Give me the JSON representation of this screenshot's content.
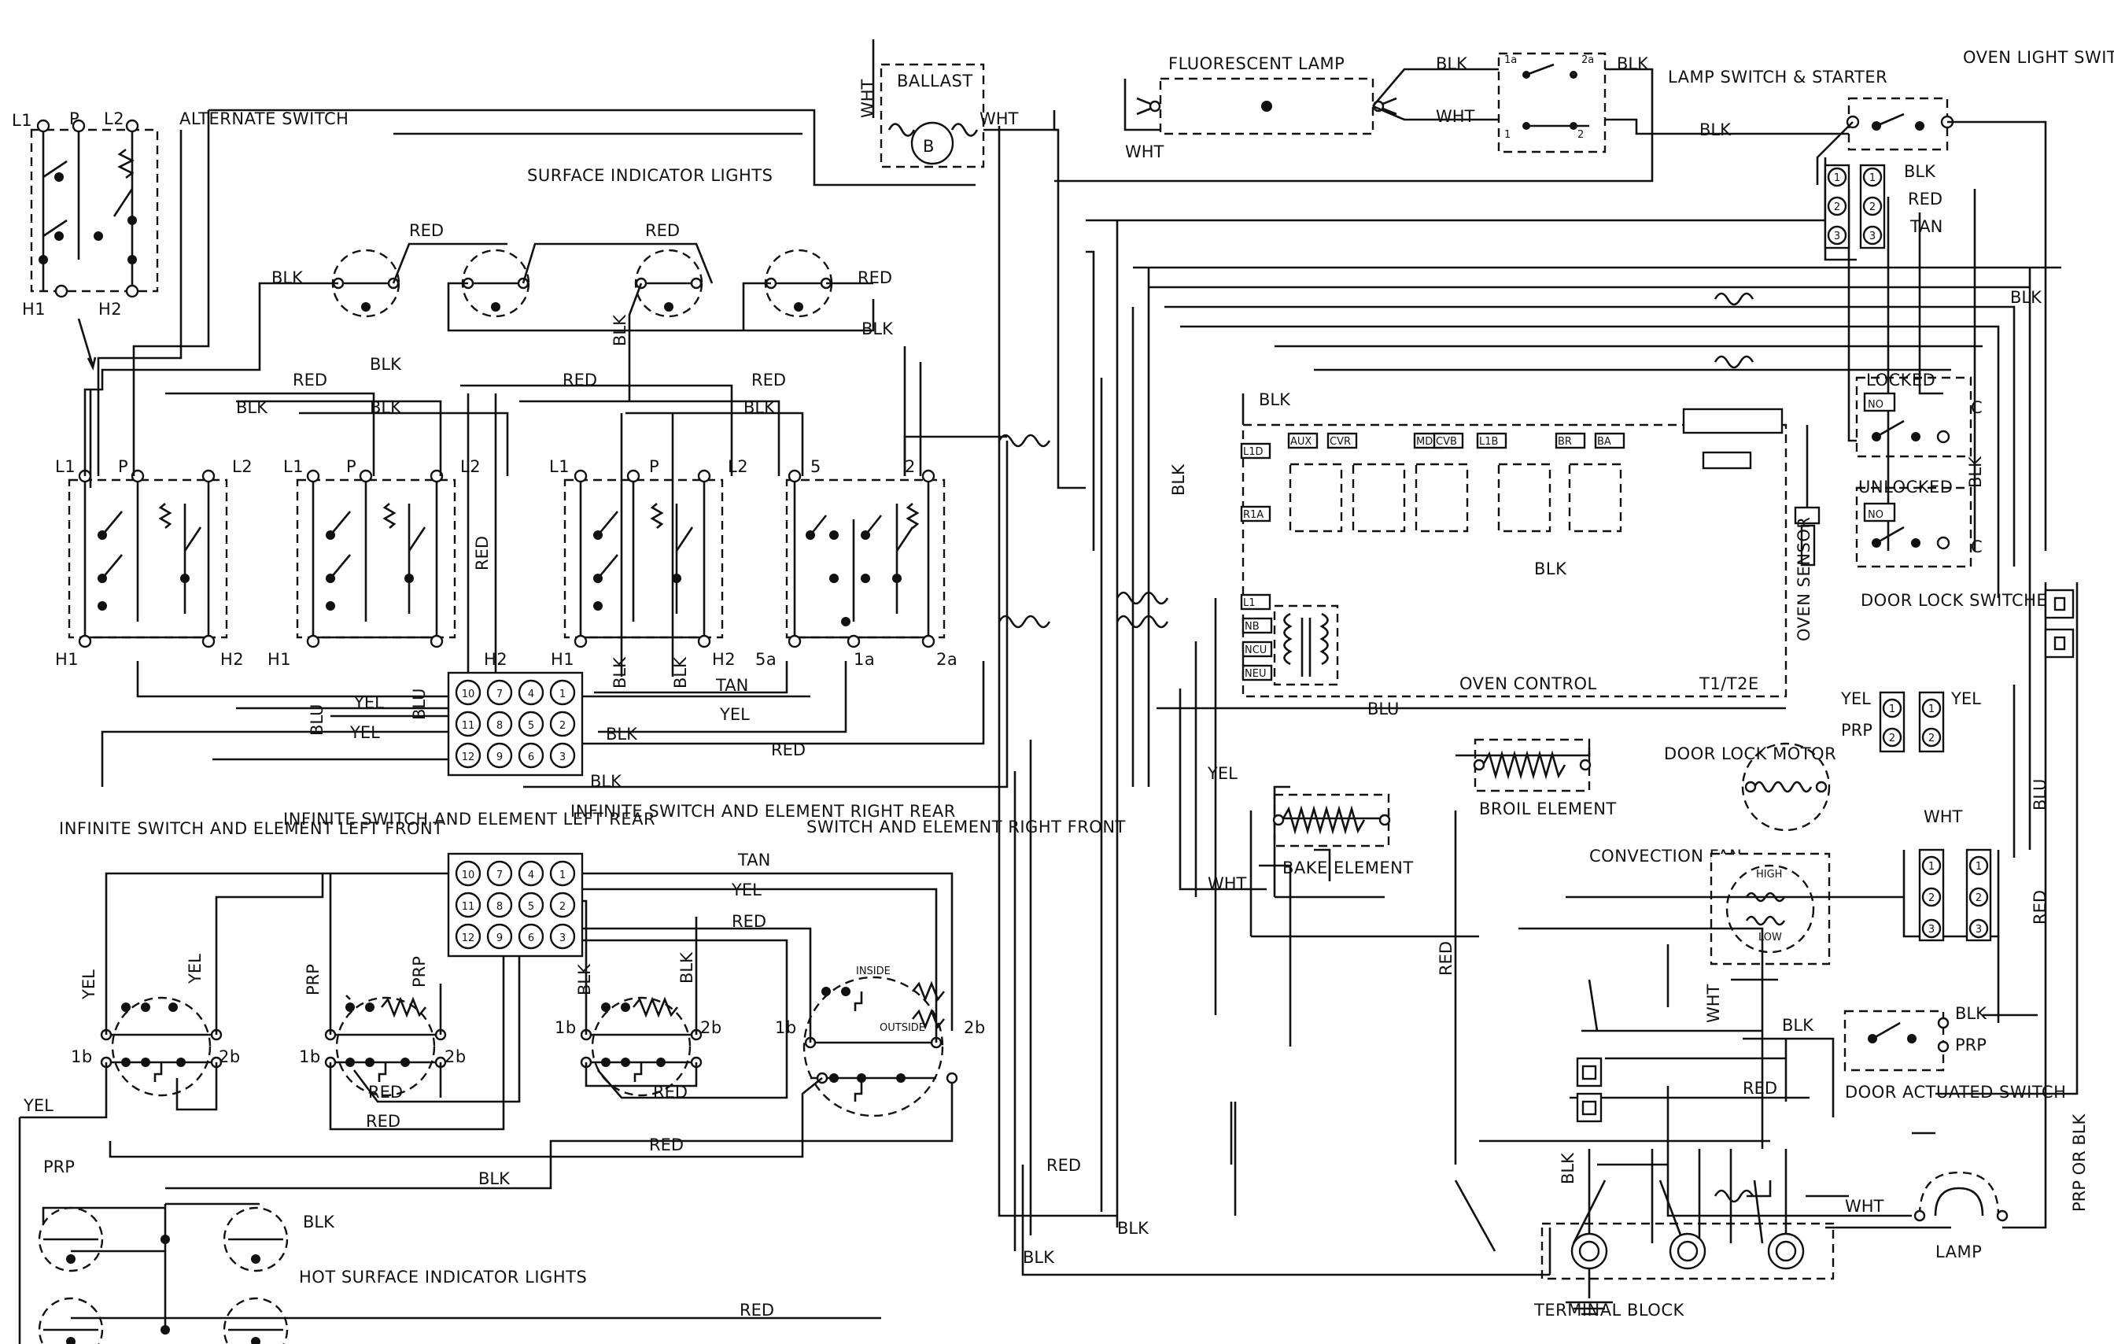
{
  "labels": {
    "l1": "L1",
    "p": "P",
    "l2": "L2",
    "h1": "H1",
    "h2": "H2",
    "alternate_switch": "ALTERNATE SWITCH",
    "surface_indicator_lights": "SURFACE INDICATOR LIGHTS",
    "ballast": "BALLAST",
    "ballast_letter": "B",
    "fluorescent_lamp": "FLUORESCENT LAMP",
    "lamp_switch_starter": "LAMP SWITCH & STARTER",
    "oven_light_switch": "OVEN LIGHT SWITCH",
    "t5": "5",
    "t2": "2",
    "t5a": "5a",
    "t1a": "1a",
    "t2a": "2a",
    "t1b": "1b",
    "t2b": "2b",
    "oven_control": "OVEN CONTROL",
    "t1_t2e": "T1/T2E",
    "oven_sensor": "OVEN SENSOR",
    "locked": "LOCKED",
    "unlocked": "UNLOCKED",
    "no": "NO",
    "c": "C",
    "door_lock_switches": "DOOR LOCK SWITCHES",
    "door_lock_motor": "DOOR LOCK MOTOR",
    "broil_element": "BROIL ELEMENT",
    "bake_element": "BAKE ELEMENT",
    "convection_fan": "CONVECTION FAN",
    "high": "HIGH",
    "low": "LOW",
    "door_actuated_switch": "DOOR ACTUATED SWITCH",
    "lamp": "LAMP",
    "terminal_block": "TERMINAL BLOCK",
    "hot_surface_indicator_lights": "HOT SURFACE INDICATOR LIGHTS",
    "inf_left_front": "INFINITE SWITCH AND ELEMENT LEFT FRONT",
    "inf_left_rear": "INFINITE SWITCH AND ELEMENT LEFT REAR",
    "inf_right_rear": "INFINITE SWITCH AND ELEMENT RIGHT REAR",
    "sw_right_front": "SWITCH AND ELEMENT RIGHT FRONT",
    "inside": "INSIDE",
    "outside": "OUTSIDE",
    "lamp_switch_terms": [
      "1a",
      "2a",
      "1",
      "2"
    ],
    "relay_labels": [
      "L1D",
      "R1A",
      "AUX",
      "CVR",
      "MDL",
      "CVB",
      "L1B",
      "BR",
      "BA",
      "L1",
      "NB",
      "NCU",
      "NEU"
    ],
    "connector_pins": [
      "5",
      "4",
      "3",
      "2",
      "1"
    ],
    "pin_1": "1",
    "pin_2": "2",
    "pin_3": "3",
    "upper_block_numbers": [
      "10",
      "7",
      "4",
      "1",
      "11",
      "8",
      "5",
      "2",
      "12",
      "9",
      "6",
      "3"
    ],
    "lower_block_numbers": [
      "10",
      "7",
      "4",
      "1",
      "11",
      "8",
      "5",
      "2",
      "12",
      "9",
      "6",
      "3"
    ]
  },
  "wire_labels": {
    "blk": "BLK",
    "red": "RED",
    "wht": "WHT",
    "yel": "YEL",
    "blu": "BLU",
    "tan": "TAN",
    "prp": "PRP",
    "prp_or_blk": "PRP OR BLK"
  },
  "colors": {
    "wire": "#111111",
    "background": "#ffffff"
  }
}
